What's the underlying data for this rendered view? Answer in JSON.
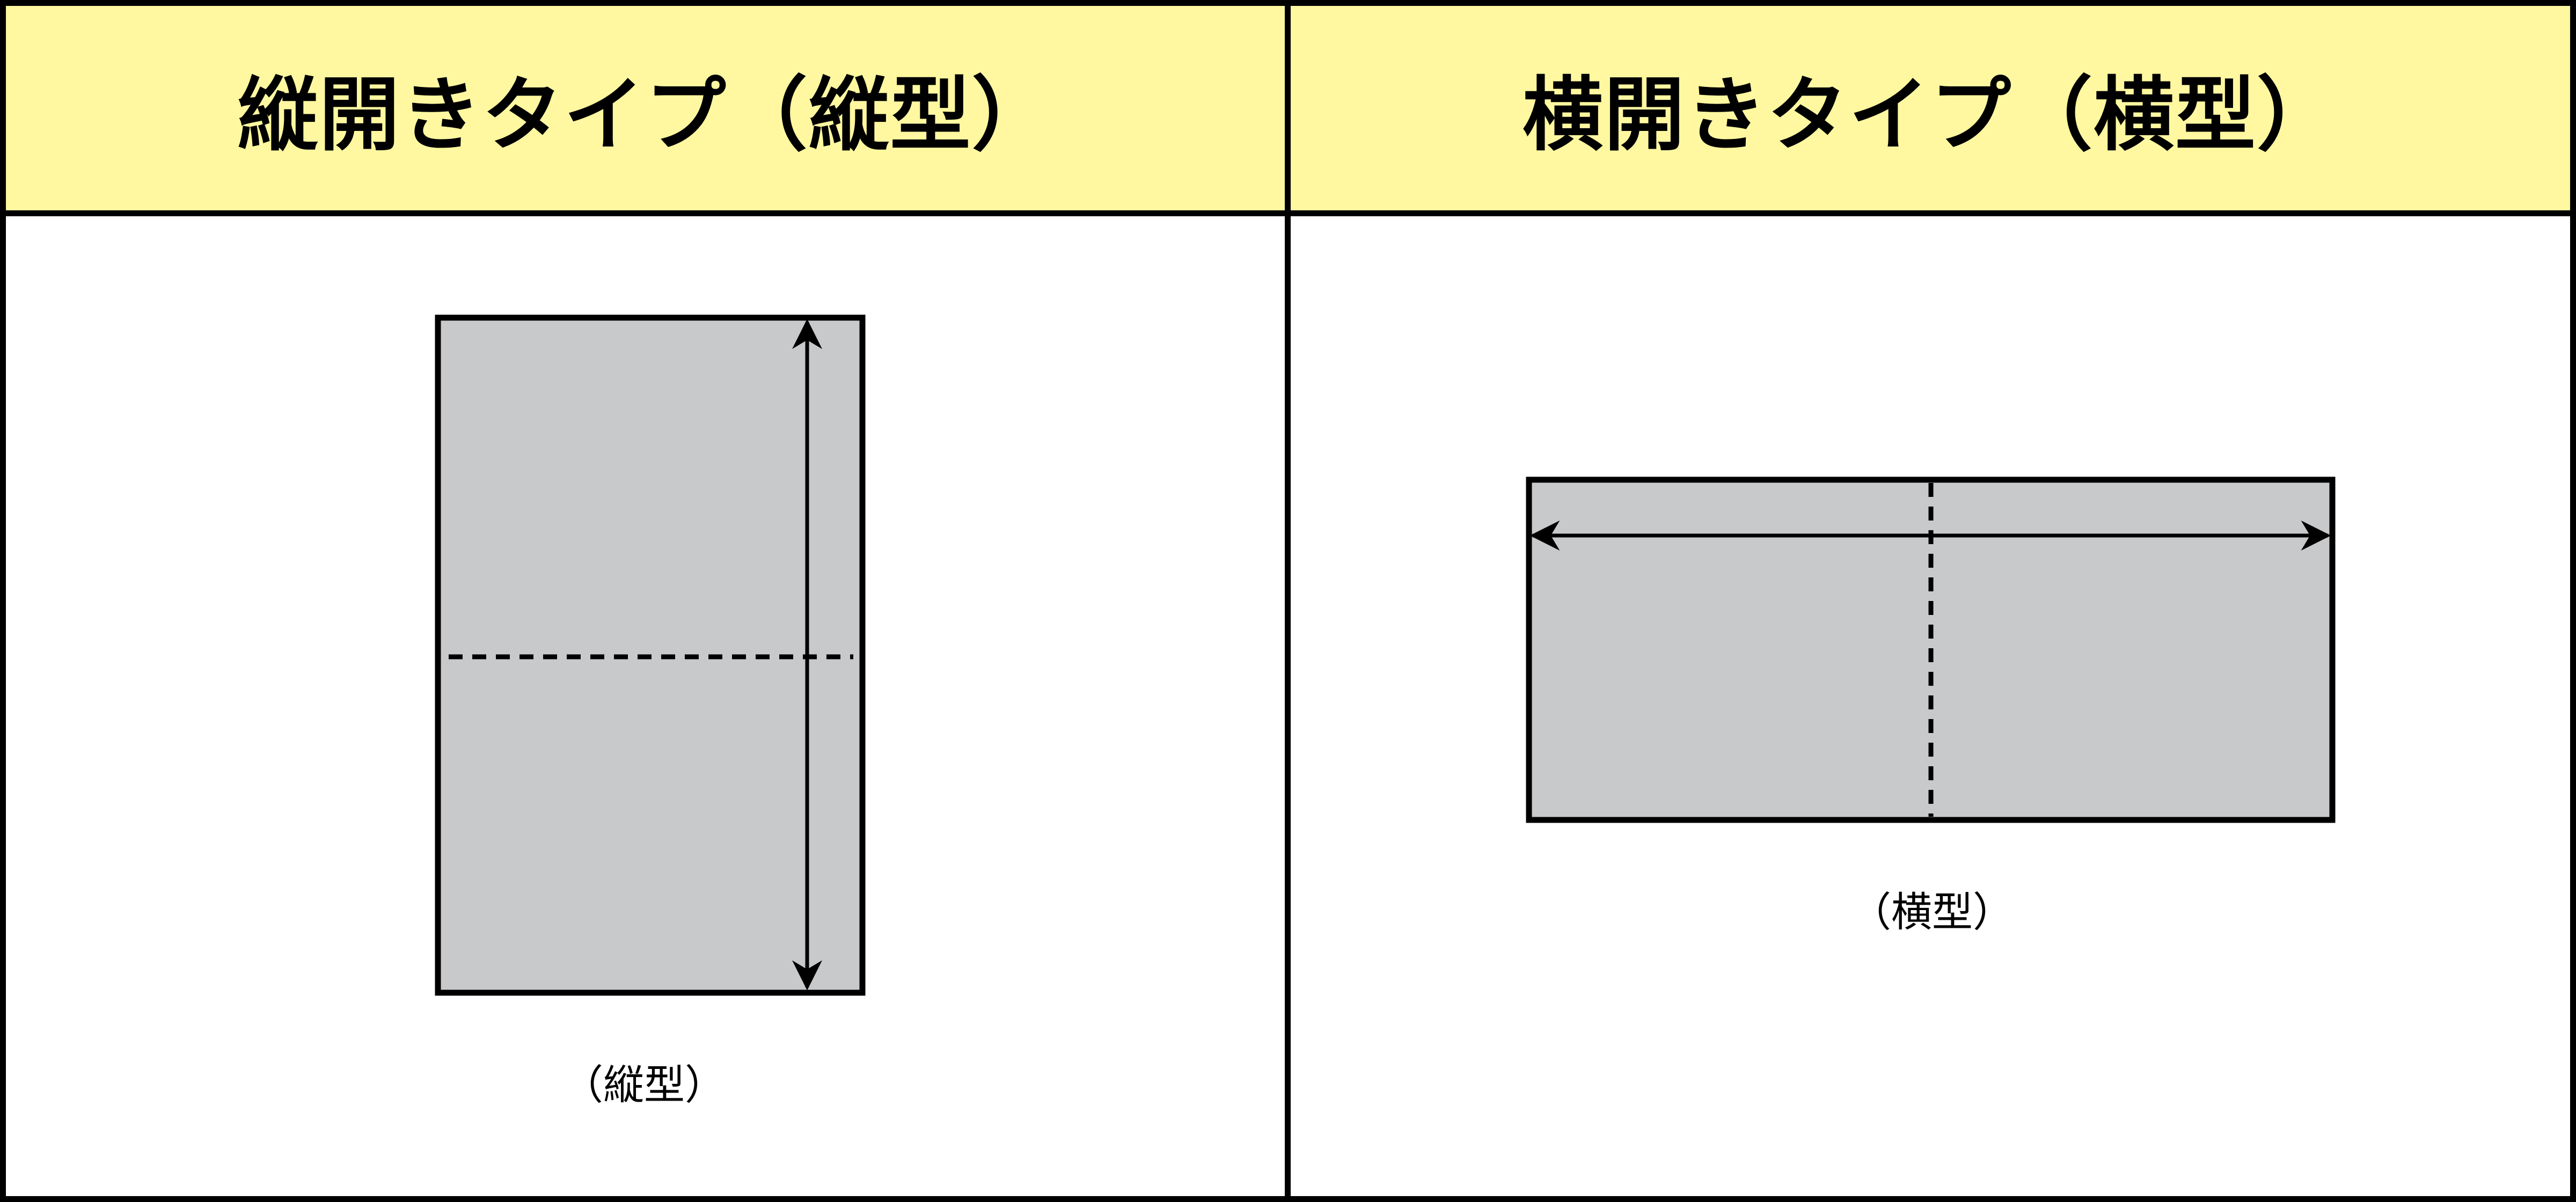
{
  "colors": {
    "header_bg": "#fff8a0",
    "paper_fill": "#c8c9cb",
    "line": "#000000",
    "background": "#ffffff"
  },
  "left_panel": {
    "title": "縦開きタイプ（縦型）",
    "caption": "（縦型）"
  },
  "right_panel": {
    "title": "横開きタイプ（横型）",
    "caption": "（横型）"
  }
}
